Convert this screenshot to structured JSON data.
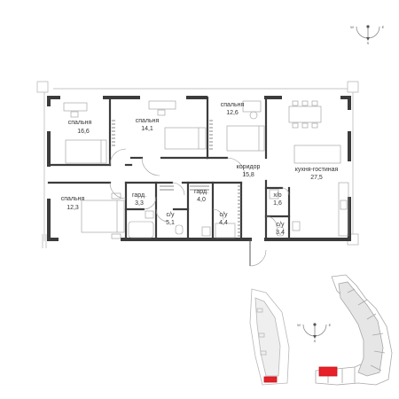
{
  "plan": {
    "rooms": [
      {
        "id": "bed1",
        "name": "спальня",
        "area": "16,6"
      },
      {
        "id": "bed2",
        "name": "спальня",
        "area": "14,1"
      },
      {
        "id": "bed3",
        "name": "спальня",
        "area": "12,6"
      },
      {
        "id": "bed4",
        "name": "спальня",
        "area": "12,3"
      },
      {
        "id": "corridor",
        "name": "коридор",
        "area": "15,8"
      },
      {
        "id": "kitchen",
        "name": "кухня-гостиная",
        "area": "27,5"
      },
      {
        "id": "wardrobe1",
        "name": "гард.",
        "area": "3,3"
      },
      {
        "id": "wardrobe2",
        "name": "гард.",
        "area": "4,0"
      },
      {
        "id": "bath1",
        "name": "с/у",
        "area": "5,1"
      },
      {
        "id": "bath2",
        "name": "с/у",
        "area": "4,4"
      },
      {
        "id": "bath3",
        "name": "с/у",
        "area": "3,4"
      },
      {
        "id": "storage",
        "name": "х/о",
        "area": "1,6"
      }
    ]
  },
  "compass": {
    "labels": [
      "W",
      "S",
      "E"
    ]
  },
  "colors": {
    "wall": "#3c3c3c",
    "thin": "#9a9a9a",
    "highlight": "#e8202a",
    "building": "#c8c8c8"
  }
}
